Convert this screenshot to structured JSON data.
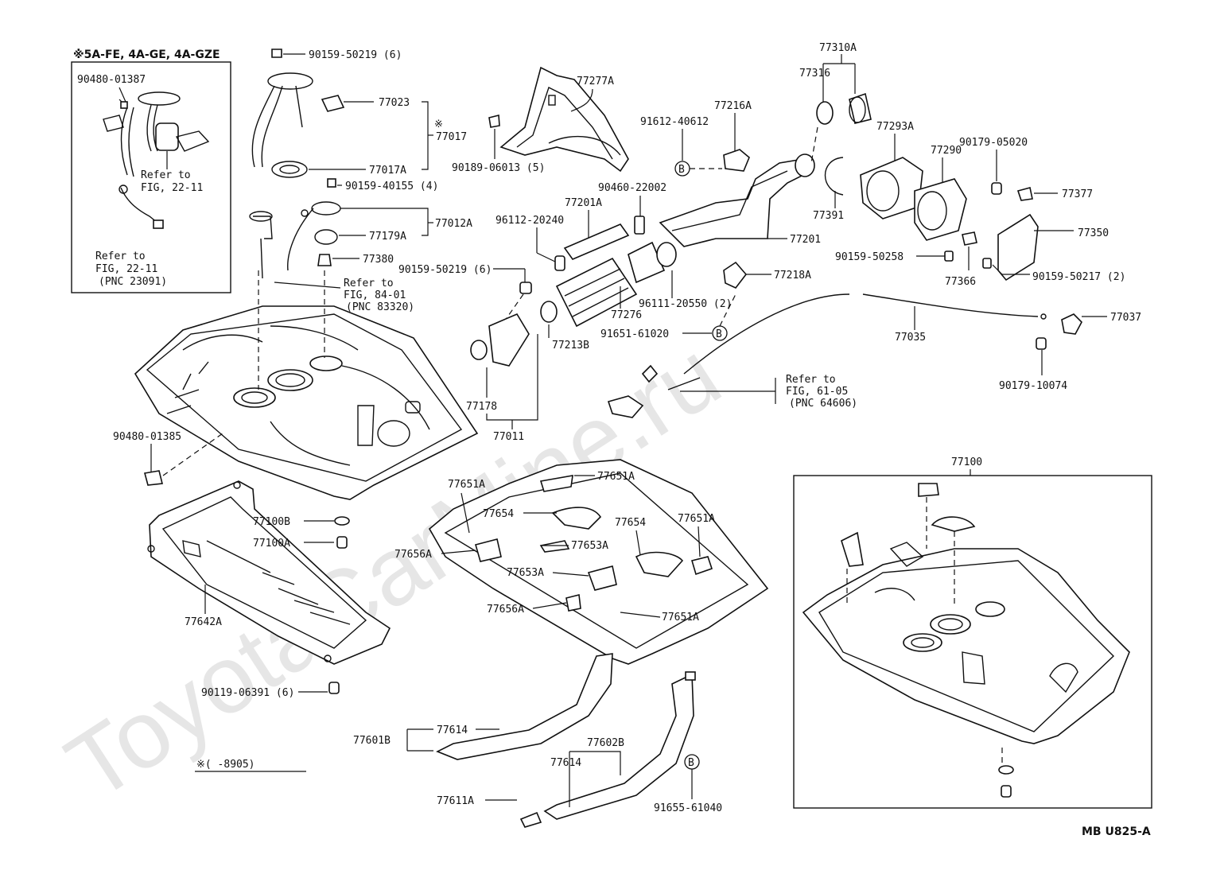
{
  "watermark": "ToyotaCarMine.ru",
  "figure_code": "MB U825-A",
  "footnote": "※(   -8905)",
  "inset": {
    "header": "※5A-FE, 4A-GE, 4A-GZE",
    "part_no": "90480-01387",
    "ref1": [
      "Refer to",
      "FIG, 22-11"
    ],
    "ref2": [
      "Refer to",
      "FIG, 22-11",
      "(PNC 23091)"
    ]
  },
  "circle_marker": "B",
  "refs": {
    "fig84": [
      "Refer to",
      "FIG, 84-01",
      "(PNC 83320)"
    ],
    "fig61": [
      "Refer to",
      "FIG, 61-05",
      "(PNC 64606)"
    ]
  },
  "sender_group": {
    "bracket_label": "※",
    "group_label": "77017",
    "items": [
      "90159-50219 (6)",
      "77023",
      "77017A",
      "90159-40155 (4)"
    ]
  },
  "gauge_group": {
    "group_label": "77012A",
    "items": [
      "77179A",
      "77380"
    ]
  },
  "labels": {
    "p77277A": "77277A",
    "p90189": "90189-06013 (5)",
    "p91612": "91612-40612",
    "p77216A": "77216A",
    "p90460_22002": "90460-22002",
    "p96112": "96112-20240",
    "p77201A": "77201A",
    "p77201": "77201",
    "p90159_50219b": "90159-50219 (6)",
    "p96111": "96111-20550 (2)",
    "p77276": "77276",
    "p91651": "91651-61020",
    "p77213B": "77213B",
    "p77178": "77178",
    "p77011": "77011",
    "p77218A": "77218A",
    "p77035": "77035",
    "p77310A": "77310A",
    "p77316": "77316",
    "p77293A": "77293A",
    "p77290": "77290",
    "p77391": "77391",
    "p90179_05020": "90179-05020",
    "p77377": "77377",
    "p77350": "77350",
    "p90159_50258": "90159-50258",
    "p77366": "77366",
    "p90159_50217": "90159-50217 (2)",
    "p77037": "77037",
    "p90179_10074": "90179-10074",
    "p90480_01385": "90480-01385",
    "p77100B": "77100B",
    "p77100A": "77100A",
    "p77642A": "77642A",
    "p90119": "90119-06391 (6)",
    "p77651A_1": "77651A",
    "p77651A_2": "77651A",
    "p77651A_3": "77651A",
    "p77651A_4": "77651A",
    "p77654_1": "77654",
    "p77654_2": "77654",
    "p77653A_1": "77653A",
    "p77653A_2": "77653A",
    "p77656A_1": "77656A",
    "p77656A_2": "77656A",
    "p77614_1": "77614",
    "p77614_2": "77614",
    "p77601B": "77601B",
    "p77602B": "77602B",
    "p77611A": "77611A",
    "p91655": "91655-61040",
    "p77100": "77100"
  }
}
